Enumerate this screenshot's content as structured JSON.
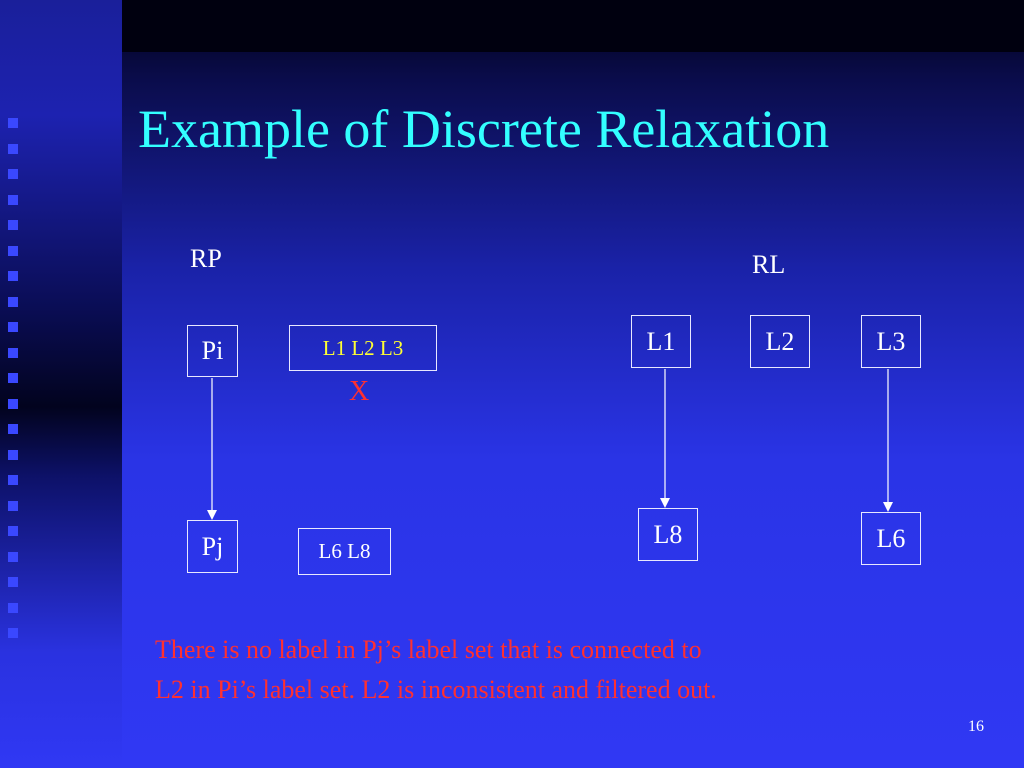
{
  "slide": {
    "title": "Example of Discrete Relaxation",
    "page_number": "16"
  },
  "rp": {
    "label": "RP",
    "nodes": {
      "pi": "Pi",
      "pj": "Pj"
    },
    "pi_label_set": "L1  L2  L3",
    "pj_label_set": "L6 L8",
    "removed_mark": "X"
  },
  "rl": {
    "label": "RL",
    "nodes": {
      "l1": "L1",
      "l2": "L2",
      "l3": "L3",
      "l8": "L8",
      "l6": "L6"
    }
  },
  "note": {
    "line1": "There is no label in Pj’s label set that is connected to",
    "line2": "L2 in Pi’s label set.  L2 is inconsistent and filtered out."
  },
  "colors": {
    "title": "#33ffff",
    "label_set_text": "#ffff33",
    "note_text": "#ff3030",
    "removed_mark": "#ff3030"
  }
}
